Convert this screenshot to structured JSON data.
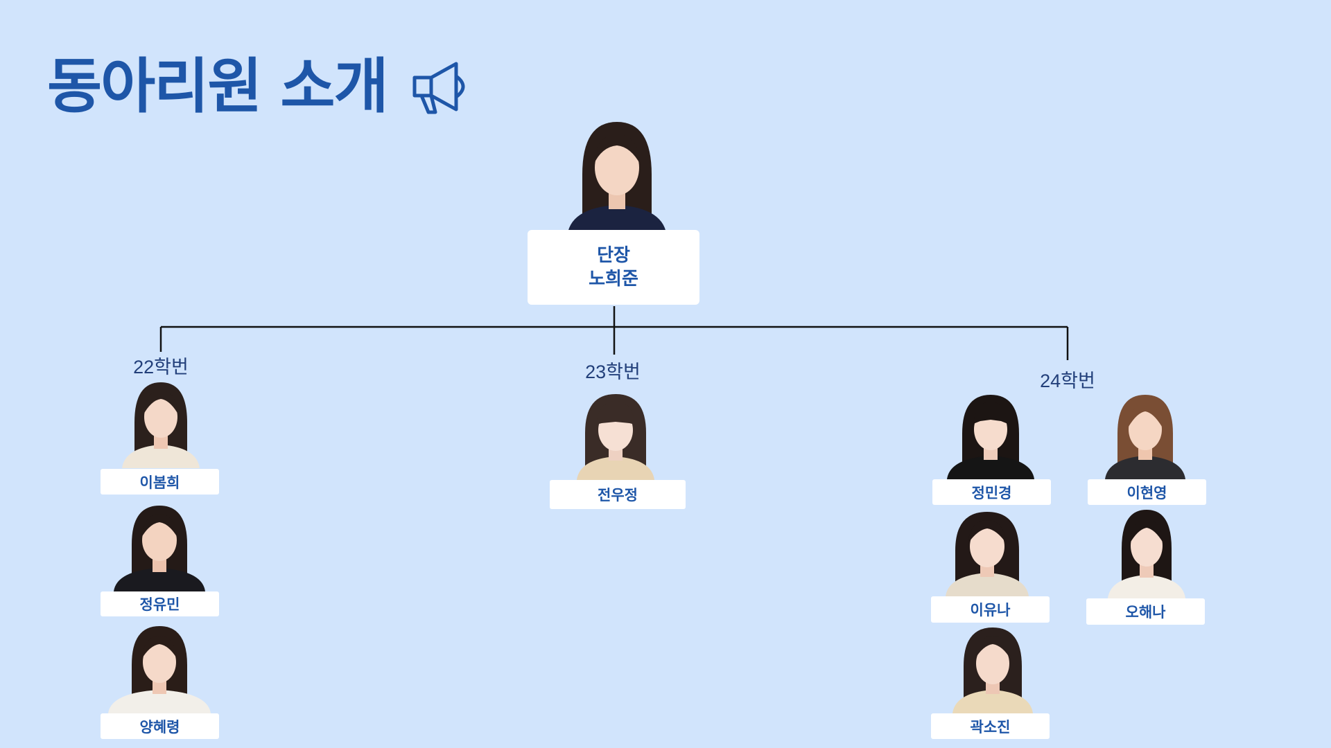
{
  "title": "동아리원 소개",
  "colors": {
    "background": "#d1e4fc",
    "accent": "#1e56a8",
    "label": "#223f7a",
    "line": "#111111"
  },
  "leader": {
    "role": "단장",
    "name": "노희준"
  },
  "groups": [
    {
      "label": "22학번",
      "members": [
        "이봄희",
        "정유민",
        "양혜령"
      ]
    },
    {
      "label": "23학번",
      "members": [
        "전우정"
      ]
    },
    {
      "label": "24학번",
      "members": [
        "정민경",
        "이현영",
        "이유나",
        "오해나",
        "곽소진"
      ]
    }
  ]
}
